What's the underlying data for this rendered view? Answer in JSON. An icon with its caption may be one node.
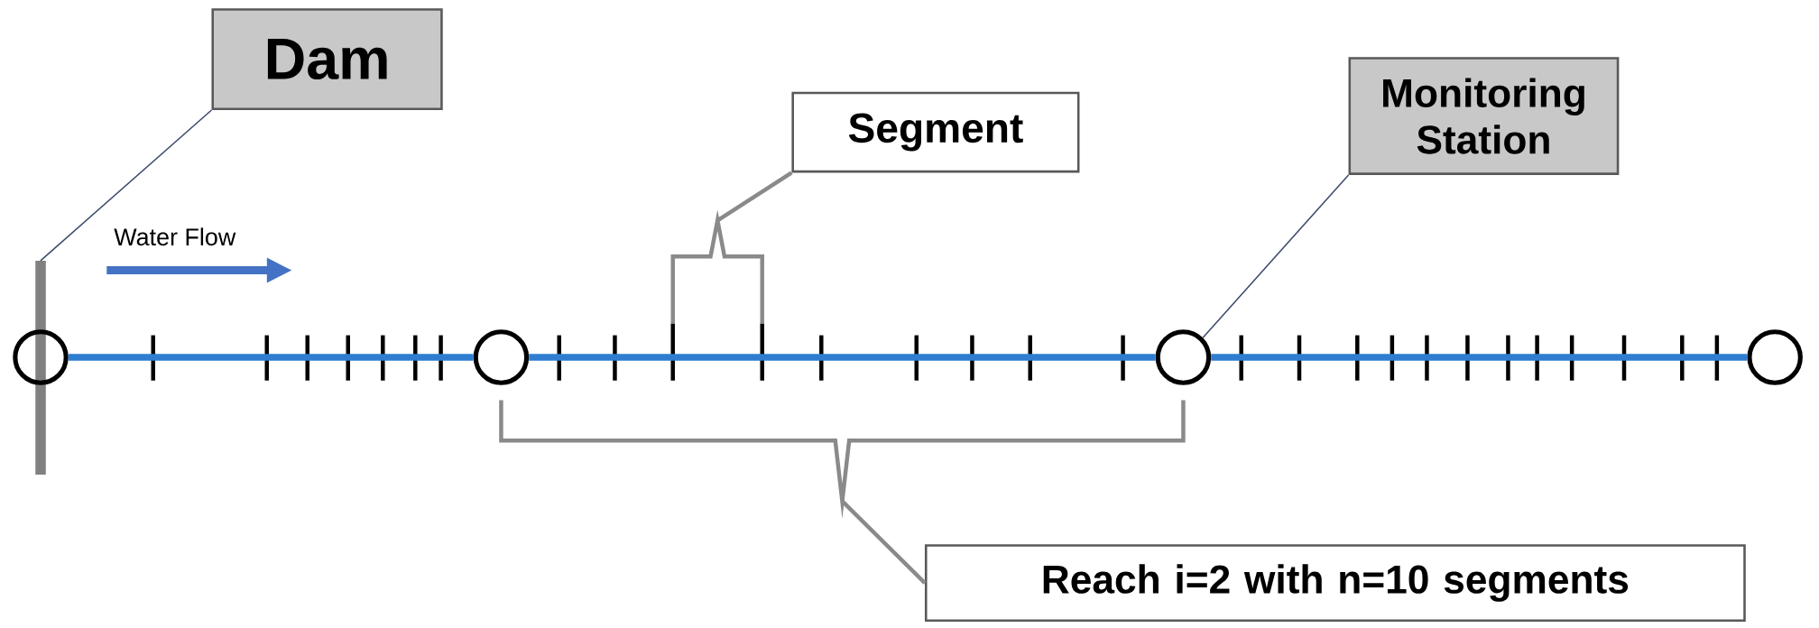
{
  "diagram": {
    "nodes": [
      {
        "text": [
          "Dam"
        ]
      },
      {
        "text": [
          "Segment"
        ]
      },
      {
        "text": [
          "Monitoring Station"
        ]
      },
      {
        "text": [],
        "shape": "bar"
      },
      {
        "text": [],
        "shape": "circle"
      },
      {
        "text": [],
        "shape": "circle"
      },
      {
        "text": [],
        "shape": "circle"
      },
      {
        "text": [],
        "shape": "circle"
      },
      {
        "text": [],
        "shape": "bracket"
      },
      {
        "text": [],
        "shape": "bracket"
      },
      {
        "text": [
          "Reach i=2 with n=10 segments"
        ]
      }
    ],
    "edges": [
      {
        "from": 0,
        "to": 3,
        "arrow": "none",
        "color": "#3b4a6b"
      },
      {
        "from": 1,
        "to": 8,
        "arrow": "none",
        "color": "#8a8a8a"
      },
      {
        "from": 2,
        "to": 6,
        "arrow": "none",
        "color": "#3b4a6b"
      },
      {
        "from": 10,
        "to": 9,
        "arrow": "none",
        "color": "#8a8a8a"
      },
      {
        "from": 4,
        "to": 5,
        "arrow": "none",
        "color": "#2e7dd1"
      },
      {
        "from": 5,
        "to": 6,
        "arrow": "none",
        "color": "#2e7dd1"
      },
      {
        "from": 6,
        "to": 7,
        "arrow": "none",
        "color": "#2e7dd1"
      }
    ],
    "labels": [
      "Water Flow"
    ]
  }
}
